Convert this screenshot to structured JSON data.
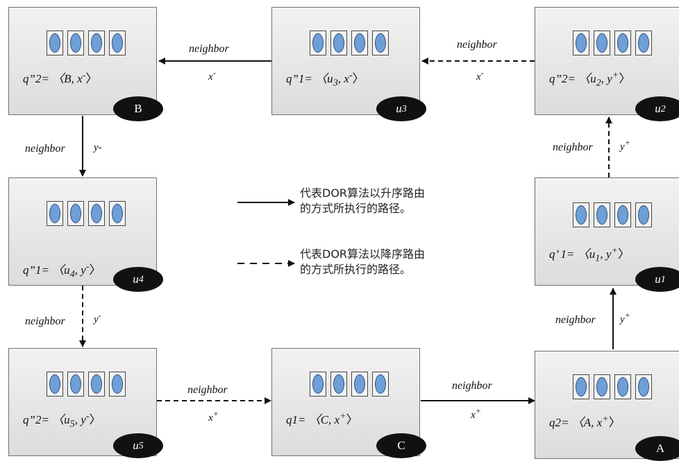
{
  "nodes": {
    "B": {
      "label_pre": "q”2= 〈B, ",
      "label_var": "x",
      "label_sup": "-",
      "label_post": "〉",
      "badge": "B"
    },
    "u3": {
      "label_pre": "q”1= 〈u",
      "label_sub": "3",
      "label_mid": ", ",
      "label_var": "x",
      "label_sup": "-",
      "label_post": "〉",
      "badge_var": "u",
      "badge_sub": "3"
    },
    "u2": {
      "label_pre": "q”2= 〈u",
      "label_sub": "2",
      "label_mid": ", ",
      "label_var": "y",
      "label_sup": "+",
      "label_post": "〉",
      "badge_var": "u",
      "badge_sub": "2"
    },
    "u4": {
      "label_pre": "q”1= 〈u",
      "label_sub": "4",
      "label_mid": ", ",
      "label_var": "y",
      "label_sup": "-",
      "label_post": "〉",
      "badge_var": "u",
      "badge_sub": "4"
    },
    "u1": {
      "label_pre": "q’ 1= 〈u",
      "label_sub": "1",
      "label_mid": ", ",
      "label_var": "y",
      "label_sup": "+",
      "label_post": "〉",
      "badge_var": "u",
      "badge_sub": "1"
    },
    "u5": {
      "label_pre": "q”2= 〈u",
      "label_sub": "5",
      "label_mid": ", ",
      "label_var": "y",
      "label_sup": "-",
      "label_post": "〉",
      "badge_var": "u",
      "badge_sub": "5"
    },
    "C": {
      "label_pre": "q1= 〈C, ",
      "label_var": "x",
      "label_sup": "+",
      "label_post": "〉",
      "badge": "C"
    },
    "A": {
      "label_pre": "q2= 〈A, ",
      "label_var": "x",
      "label_sup": "+",
      "label_post": "〉",
      "badge": "A"
    }
  },
  "edges": {
    "u3_to_B": {
      "label": "neighbor",
      "dir": "x",
      "dir_sup": "-"
    },
    "u2_to_u3": {
      "label": "neighbor",
      "dir": "x",
      "dir_sup": "-"
    },
    "B_to_u4": {
      "label": "neighbor",
      "dir": "y-"
    },
    "u1_to_u2": {
      "label": "neighbor",
      "dir": "y",
      "dir_sup": "+"
    },
    "u4_to_u5": {
      "label": "neighbor",
      "dir": "y",
      "dir_sup": "-"
    },
    "A_to_u1": {
      "label": "neighbor",
      "dir": "y",
      "dir_sup": "+"
    },
    "u5_to_C": {
      "label": "neighbor",
      "dir": "x",
      "dir_sup": "+"
    },
    "C_to_A": {
      "label": "neighbor",
      "dir": "x",
      "dir_sup": "+"
    }
  },
  "legend": {
    "solid": "代表DOR算法以升序路由\n的方式所执行的路径。",
    "dashed": "代表DOR算法以降序路由\n的方式所执行的路径。"
  }
}
